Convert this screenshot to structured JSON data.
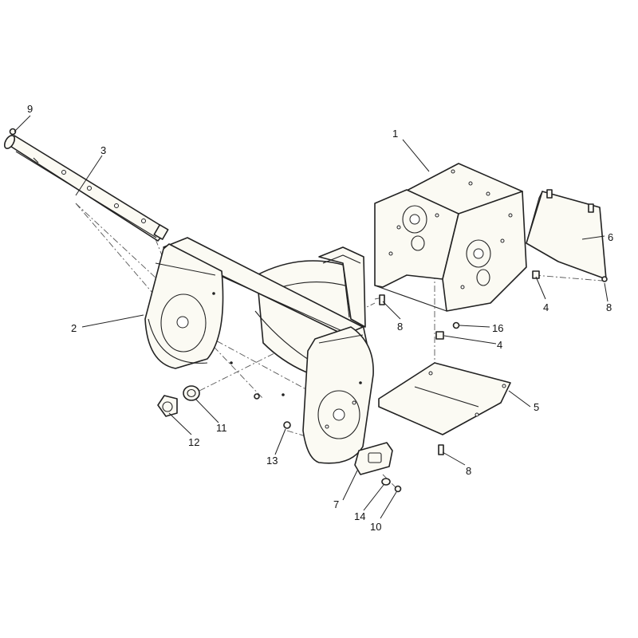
{
  "callouts": {
    "c1": "1",
    "c2": "2",
    "c3": "3",
    "c4a": "4",
    "c4b": "4",
    "c5": "5",
    "c6": "6",
    "c7": "7",
    "c8a": "8",
    "c8b": "8",
    "c8c": "8",
    "c9": "9",
    "c10": "10",
    "c11": "11",
    "c12": "12",
    "c13": "13",
    "c14": "14",
    "c16": "16"
  }
}
